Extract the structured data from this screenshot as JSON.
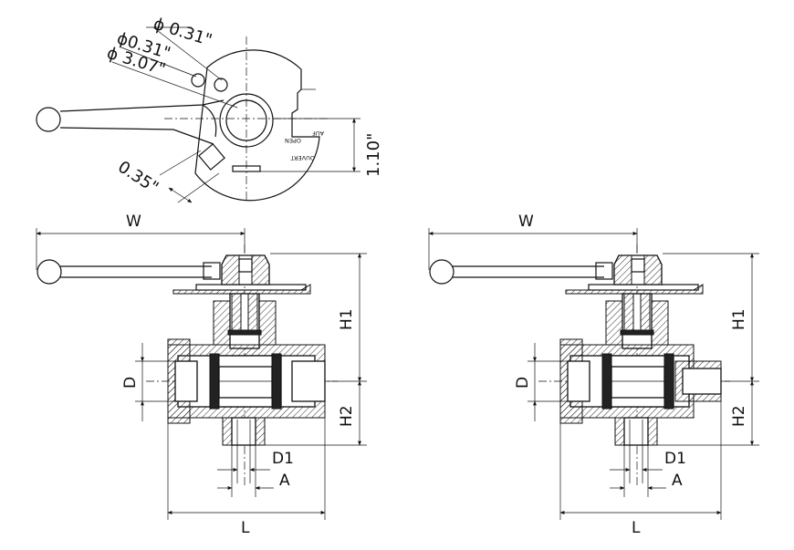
{
  "top_view": {
    "hole_diameter_1": "ϕ 0.31\"",
    "hole_diameter_2": "ϕ0.31\"",
    "bore_diameter": "ϕ 3.07\"",
    "slot_width": "0.35\"",
    "height_dim": "1.10\"",
    "label_open": "OPEN",
    "label_auf": "AUF",
    "label_ouvert": "OUVERT"
  },
  "left_valve": {
    "W": "W",
    "H1": "H1",
    "H2": "H2",
    "D": "D",
    "D1": "D1",
    "A": "A",
    "L": "L"
  },
  "right_valve": {
    "W": "W",
    "H1": "H1",
    "H2": "H2",
    "D": "D",
    "D1": "D1",
    "A": "A",
    "L": "L"
  }
}
